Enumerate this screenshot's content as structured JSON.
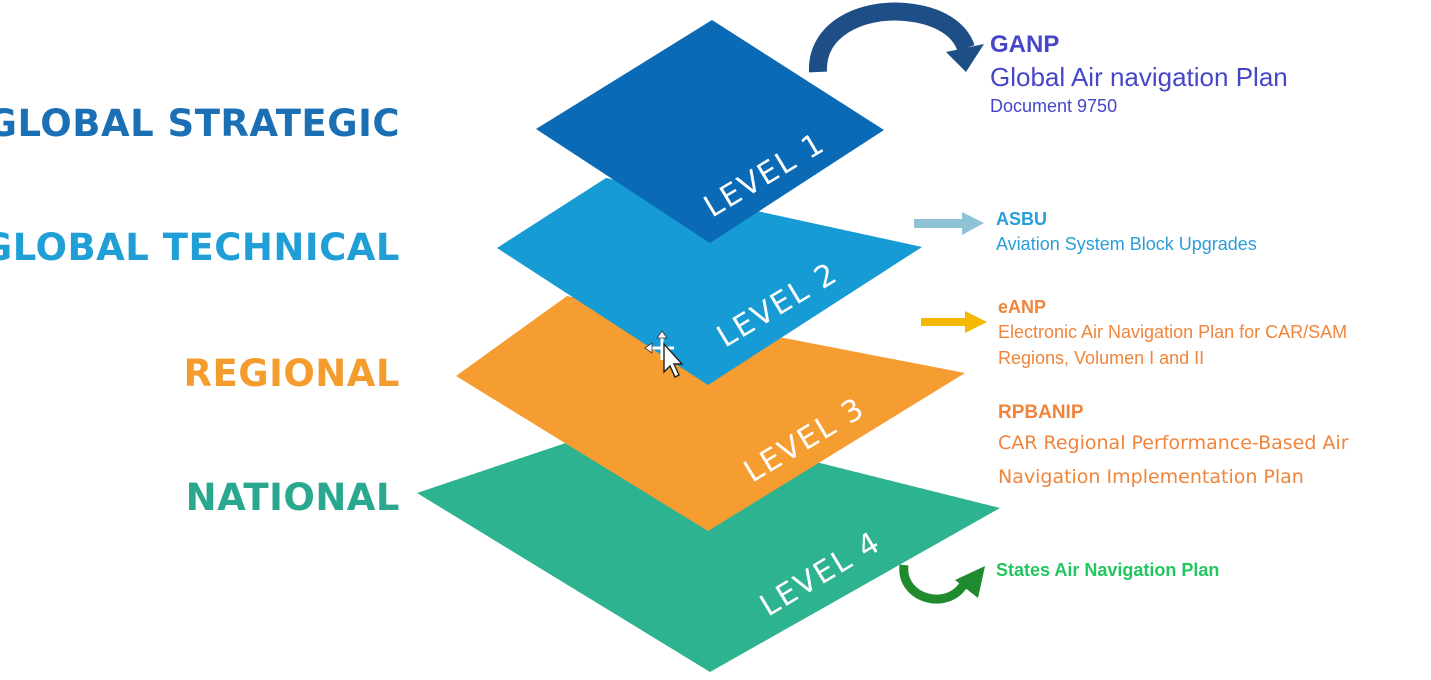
{
  "colors": {
    "global_strategic": "#1a6fb5",
    "level1_fill": "#0a6ab6",
    "global_technical": "#1f9fd6",
    "level2_fill": "#169bd4",
    "regional": "#f59c2e",
    "level3_fill": "#f69d31",
    "national": "#2aa88f",
    "level4_fill": "#2db38f",
    "ganp_text": "#4646c8",
    "asbu_text": "#2a9ed8",
    "asbu_arrow": "#8ec3d6",
    "eanp_text": "#f0843a",
    "eanp_arrow": "#f5b800",
    "rpbanip_text": "#f0843a",
    "states_text": "#22c55e",
    "states_arrow": "#1f8a2e",
    "curved_arrow": "#1d4f86",
    "cursor": "#ffffff"
  },
  "tiers": [
    {
      "label": "GLOBAL STRATEGIC"
    },
    {
      "label": "GLOBAL TECHNICAL"
    },
    {
      "label": "REGIONAL"
    },
    {
      "label": "NATIONAL"
    }
  ],
  "levels": [
    {
      "label": "LEVEL 1"
    },
    {
      "label": "LEVEL 2"
    },
    {
      "label": "LEVEL 3"
    },
    {
      "label": "LEVEL 4"
    }
  ],
  "descriptions": {
    "ganp": {
      "code": "GANP",
      "title": "Global Air navigation Plan",
      "sub": "Document 9750"
    },
    "asbu": {
      "code": "ASBU",
      "title": "Aviation System Block Upgrades"
    },
    "eanp": {
      "code": "eANP",
      "line1": "Electronic Air Navigation Plan for CAR/SAM",
      "line2": "Regions, Volumen I and II"
    },
    "rpbanip": {
      "code": "RPBANIP",
      "line1": "CAR Regional Performance-Based Air",
      "line2": "Navigation Implementation Plan"
    },
    "states": {
      "title": "States Air Navigation Plan"
    }
  },
  "icons": {
    "curved_arrow": "curved-arrow-icon",
    "asbu_arrow": "arrow-right-icon",
    "eanp_arrow": "arrow-right-icon",
    "states_arrow": "u-turn-arrow-icon",
    "cursor": "move-cursor-icon"
  }
}
